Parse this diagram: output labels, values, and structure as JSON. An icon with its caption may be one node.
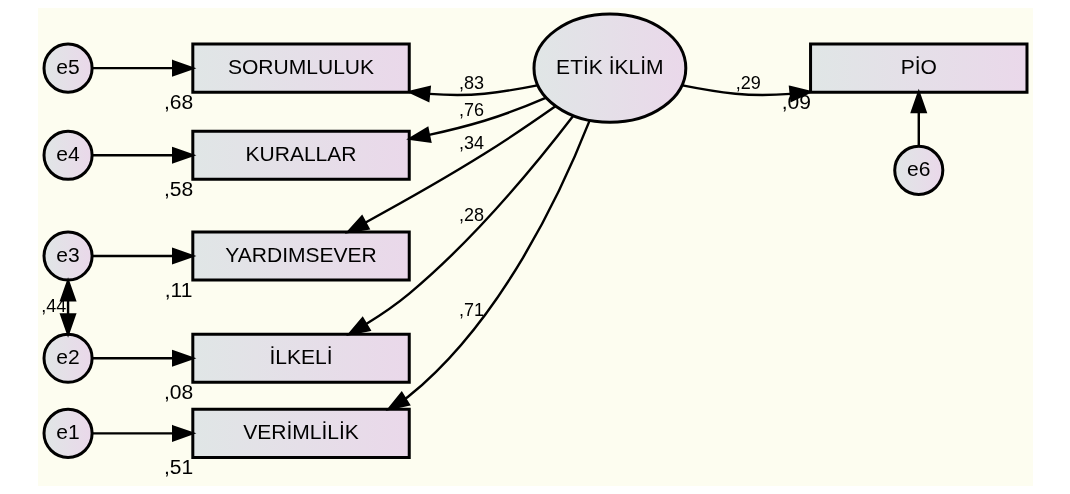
{
  "diagram": {
    "nodes": [
      {
        "text": [
          "e5"
        ]
      },
      {
        "text": [
          "SORUMLULUK"
        ],
        "beside": [
          ",68"
        ]
      },
      {
        "text": [
          "e4"
        ]
      },
      {
        "text": [
          "KURALLAR"
        ],
        "beside": [
          ",58"
        ]
      },
      {
        "text": [
          "e3"
        ]
      },
      {
        "text": [
          "YARDIMSEVER"
        ],
        "beside": [
          ",11"
        ]
      },
      {
        "text": [
          "e2"
        ]
      },
      {
        "text": [
          "İLKELİ"
        ],
        "beside": [
          ",08"
        ]
      },
      {
        "text": [
          "e1"
        ]
      },
      {
        "text": [
          "VERİMLİLİK"
        ],
        "beside": [
          ",51"
        ]
      },
      {
        "text": [
          "ETİK İKLİM"
        ]
      },
      {
        "text": [
          "e6"
        ]
      },
      {
        "text": [
          "PİO"
        ],
        "beside": [
          ",09"
        ]
      }
    ],
    "edges": [
      {
        "from": 0,
        "to": 1,
        "arrow": "to"
      },
      {
        "from": 2,
        "to": 3,
        "arrow": "to"
      },
      {
        "from": 4,
        "to": 5,
        "arrow": "to"
      },
      {
        "from": 6,
        "to": 7,
        "arrow": "to"
      },
      {
        "from": 8,
        "to": 9,
        "arrow": "to"
      },
      {
        "from": 4,
        "to": 6,
        "label": ",44",
        "arrow": "both"
      },
      {
        "from": 10,
        "to": 1,
        "label": ",83",
        "arrow": "to"
      },
      {
        "from": 10,
        "to": 3,
        "label": ",76",
        "arrow": "to"
      },
      {
        "from": 10,
        "to": 5,
        "label": ",34",
        "arrow": "to"
      },
      {
        "from": 10,
        "to": 7,
        "label": ",28",
        "arrow": "to"
      },
      {
        "from": 10,
        "to": 9,
        "label": ",71",
        "arrow": "to"
      },
      {
        "from": 10,
        "to": 12,
        "label": ",29",
        "arrow": "to"
      },
      {
        "from": 11,
        "to": 12,
        "arrow": "to"
      }
    ]
  }
}
